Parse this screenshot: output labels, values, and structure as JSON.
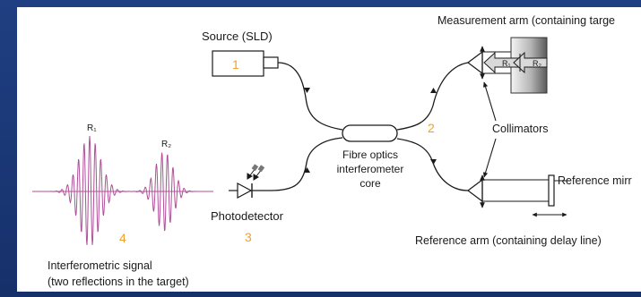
{
  "labels": {
    "source": "Source (SLD)",
    "measurement_arm": "Measurement arm (containing targe",
    "fibre_core_line1": "Fibre optics",
    "fibre_core_line2": "interferometer",
    "fibre_core_line3": "core",
    "collimators": "Collimators",
    "reference_mirror": "Reference mirr",
    "photodetector": "Photodetector",
    "reference_arm": "Reference arm (containing delay line)",
    "signal_line1": "Interferometric signal",
    "signal_line2": "(two reflections in the target)",
    "r1_peak": "R₁",
    "r2_peak": "R₂",
    "r1_target": "R₁",
    "r2_target": "R₂"
  },
  "step_numbers": {
    "source": "1",
    "core": "2",
    "detector": "3",
    "signal": "4"
  },
  "colors": {
    "frame": "#1d3a78",
    "accent_number": "#f0a030",
    "waveform": "#b0509a",
    "line": "#1a1a1a"
  }
}
